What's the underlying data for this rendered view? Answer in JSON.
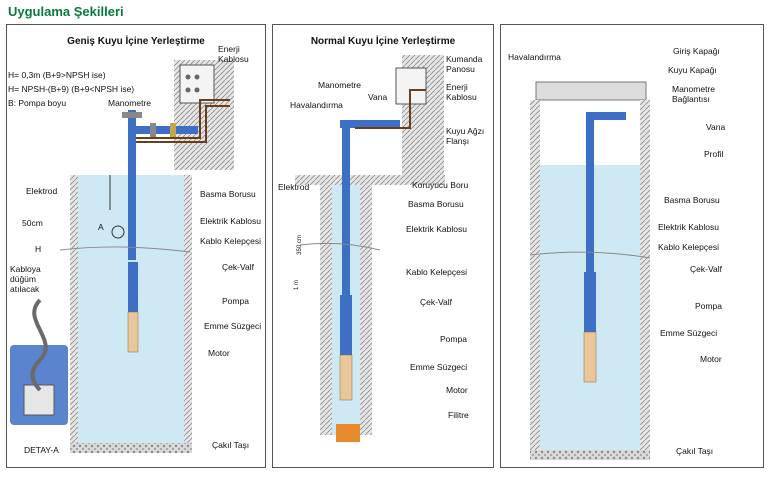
{
  "page_title": "Uygulama Şekilleri",
  "panels": [
    {
      "title": "Geniş Kuyu İçine Yerleştirme",
      "formulas": [
        "H= 0,3m (B+9>NPSH ise)",
        "H= NPSH-(B+9) (B+9<NPSH ise)",
        "B: Pompa boyu"
      ],
      "labels": {
        "enerji_kablosu": "Enerji Kablosu",
        "manometre": "Manometre",
        "elektrod": "Elektrod",
        "basma_borusu": "Basma Borusu",
        "elektrik_kablosu": "Elektrik Kablosu",
        "kablo_kelepcesi": "Kablo Kelepçesi",
        "cek_valf": "Çek-Valf",
        "pompa": "Pompa",
        "emme_suzgeci": "Emme Süzgeci",
        "motor": "Motor",
        "cakil_tasi": "Çakıl Taşı",
        "dim_50cm": "50cm",
        "dim_h": "H",
        "marker_a": "A",
        "kabloya": "Kabloya düğüm atılacak",
        "detay": "DETAY-A"
      }
    },
    {
      "title": "Normal Kuyu İçine Yerleştirme",
      "labels": {
        "kumanda_panosu": "Kumanda Panosu",
        "enerji_kablosu": "Enerji Kablosu",
        "manometre": "Manometre",
        "havalandirma": "Havalandırma",
        "vana": "Vana",
        "kuyu_agzi_flansi": "Kuyu Ağzı Flanşı",
        "elektrod": "Elektrod",
        "koruyucu_boru": "Koruyucu Boru",
        "basma_borusu": "Basma Borusu",
        "elektrik_kablosu": "Elektrik Kablosu",
        "kablo_kelepcesi": "Kablo Kelepçesi",
        "cek_valf": "Çek-Valf",
        "pompa": "Pompa",
        "emme_suzgeci": "Emme Süzgeci",
        "motor": "Motor",
        "filitre": "Filitre",
        "dim_350": "350 cm",
        "dim_1m": "1 m"
      }
    },
    {
      "title": "",
      "labels": {
        "havalandirma": "Havalandırma",
        "giris_kapagi": "Giriş Kapağı",
        "kuyu_kapagi": "Kuyu Kapağı",
        "manometre_baglantisi": "Manometre Bağlantısı",
        "vana": "Vana",
        "profil": "Profil",
        "basma_borusu": "Basma Borusu",
        "elektrik_kablosu": "Elektrik Kablosu",
        "kablo_kelepcesi": "Kablo Kelepçesi",
        "cek_valf": "Çek-Valf",
        "pompa": "Pompa",
        "emme_suzgeci": "Emme Süzgeci",
        "motor": "Motor",
        "cakil_tasi": "Çakıl Taşı"
      }
    }
  ],
  "colors": {
    "title": "#0a7a3a",
    "water": "#cfe9f4",
    "pipe": "#3d6fc4",
    "motor": "#e9c79a",
    "filter": "#e8892b"
  }
}
